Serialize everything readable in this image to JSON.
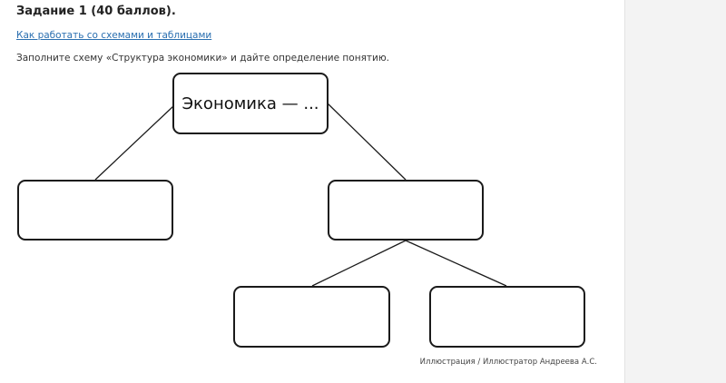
{
  "task": {
    "title": "Задание 1 (40 баллов).",
    "help_link": "Как работать со схемами и таблицами",
    "instruction": "Заполните схему «Структура экономики» и дайте определение понятию."
  },
  "scheme": {
    "root_label": "Экономика — ...",
    "blank_boxes": [
      "",
      "",
      "",
      ""
    ]
  },
  "credit": "Иллюстрация / Иллюстратор Андреева А.С."
}
